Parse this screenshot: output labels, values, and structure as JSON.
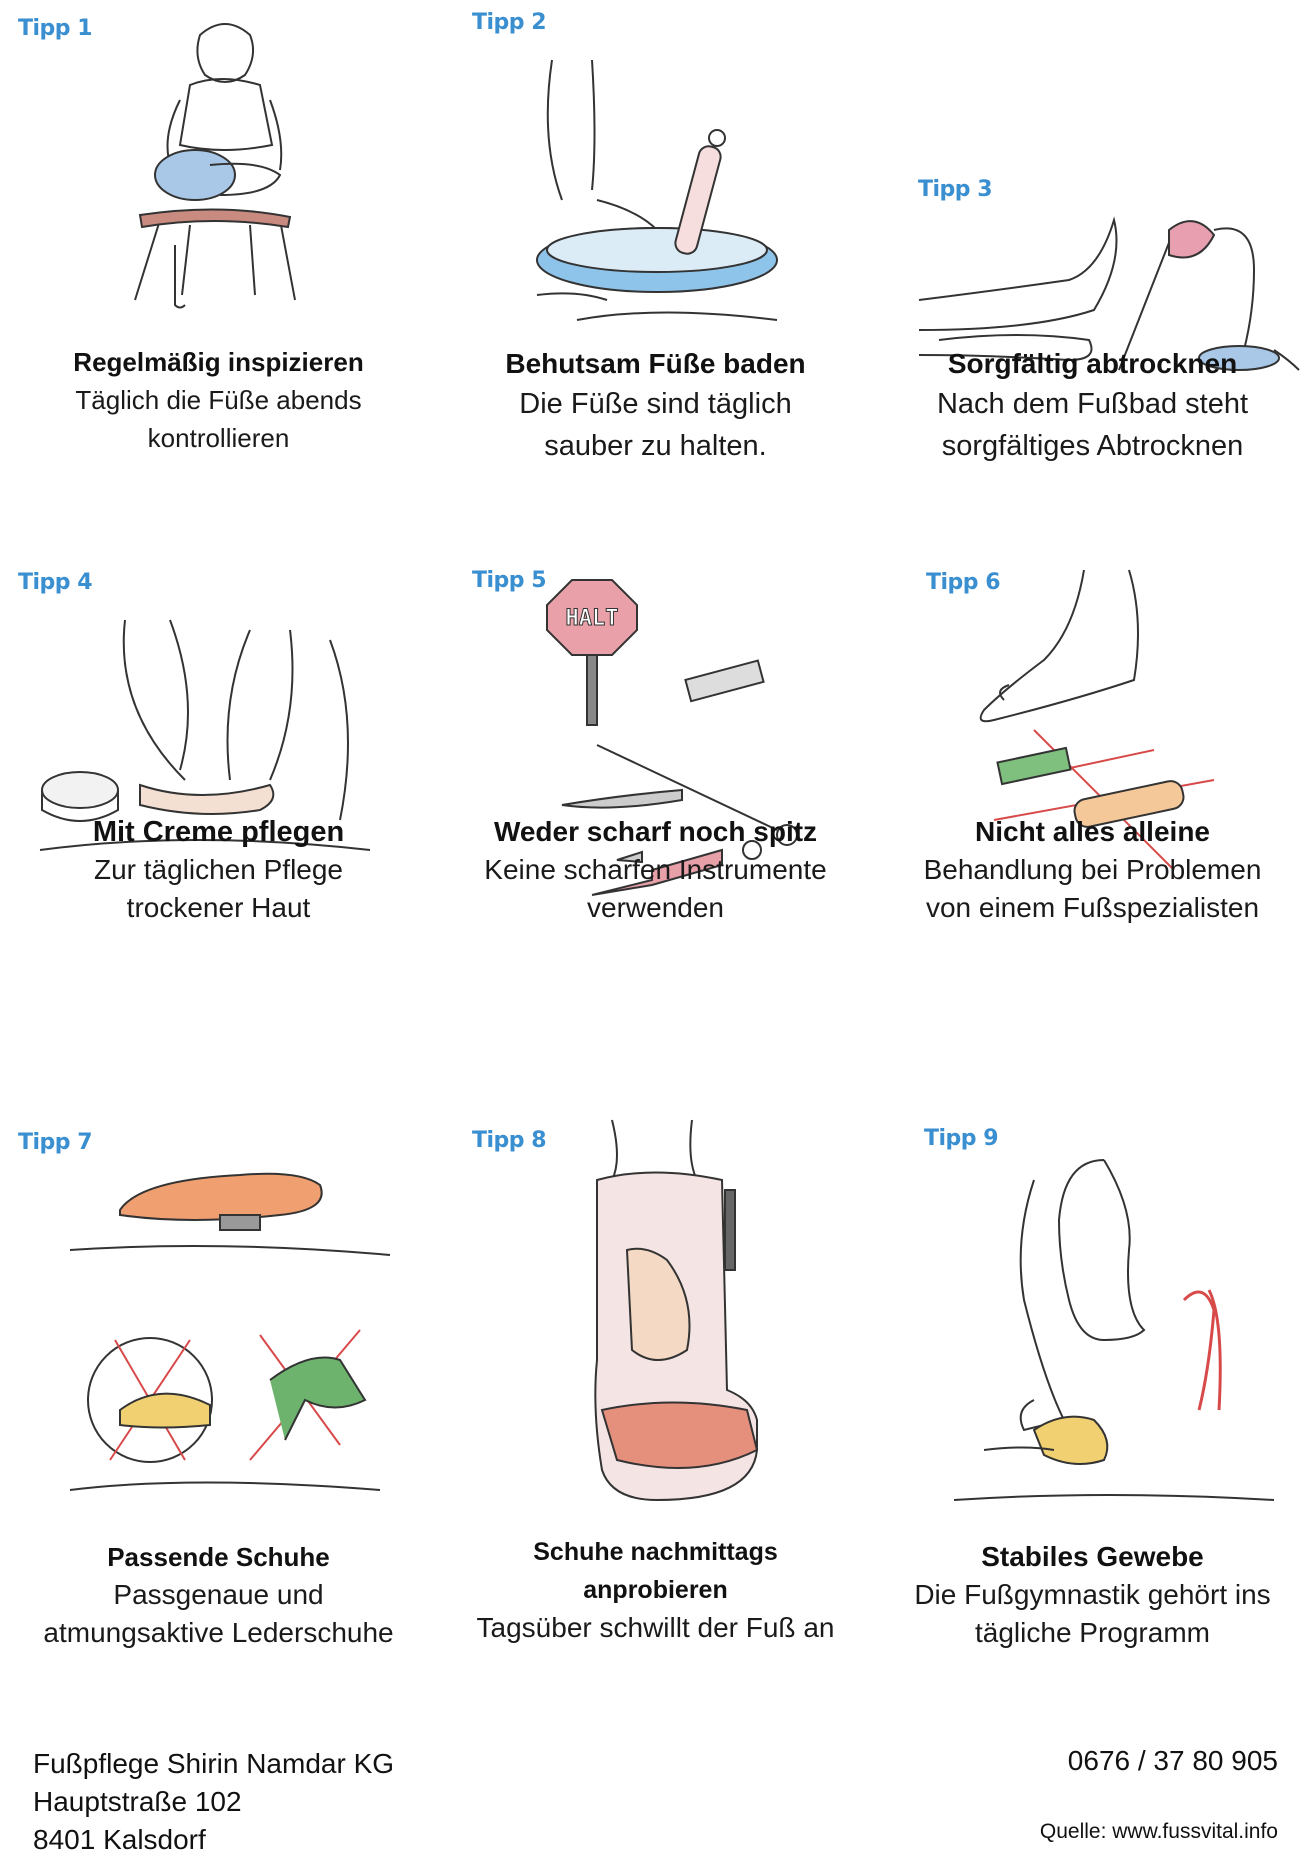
{
  "tips": [
    {
      "label": "Tipp 1",
      "title": "Regelmäßig inspizieren",
      "desc": [
        "Täglich die Füße abends",
        "kontrollieren"
      ],
      "illustration": "person-inspecting-foot-icon"
    },
    {
      "label": "Tipp 2",
      "title": "Behutsam Füße baden",
      "desc": [
        "Die Füße sind täglich",
        "sauber zu halten."
      ],
      "illustration": "foot-bath-thermometer-icon"
    },
    {
      "label": "Tipp 3",
      "title": "Sorgfältig abtrocknen",
      "desc": [
        "Nach dem Fußbad steht",
        "sorgfältiges Abtrocknen"
      ],
      "illustration": "feet-drying-lamp-icon"
    },
    {
      "label": "Tipp 4",
      "title": "Mit Creme pflegen",
      "desc": [
        "Zur täglichen Pflege",
        "trockener Haut"
      ],
      "illustration": "hands-cream-feet-icon"
    },
    {
      "label": "Tipp 5",
      "title": "Weder scharf noch spitz",
      "desc": [
        "Keine scharfen Instrumente",
        "verwenden"
      ],
      "illustration": "halt-sign-sharp-tools-icon",
      "sign_text": "HALT"
    },
    {
      "label": "Tipp 6",
      "title": "Nicht alles alleine",
      "desc": [
        "Behandlung bei Problemen",
        "von einem Fußspezialisten"
      ],
      "illustration": "foot-crossed-ointment-icon"
    },
    {
      "label": "Tipp 7",
      "title": "Passende Schuhe",
      "desc": [
        "Passgenaue und",
        "atmungsaktive Lederschuhe"
      ],
      "illustration": "shoes-crossed-icon"
    },
    {
      "label": "Tipp 8",
      "title": "Schuhe nachmittags",
      "title2": "anprobieren",
      "desc": [
        "Tagsüber schwillt der Fuß an"
      ],
      "illustration": "boot-trying-icon"
    },
    {
      "label": "Tipp 9",
      "title": "Stabiles Gewebe",
      "desc": [
        "Die Fußgymnastik gehört ins",
        "tägliche Programm"
      ],
      "illustration": "foot-gymnastics-cloth-icon"
    }
  ],
  "footer": {
    "company": "Fußpflege Shirin Namdar KG",
    "street": "Hauptstraße 102",
    "city": "8401 Kalsdorf",
    "phone": "0676 / 37 80 905",
    "source": "Quelle: www.fussvital.info"
  },
  "colors": {
    "tipp_label": "#3a8fd0",
    "sketch": "#333333",
    "water": "#8fc4ea",
    "skin": "#f4d9c4",
    "red": "#d84a4a"
  }
}
